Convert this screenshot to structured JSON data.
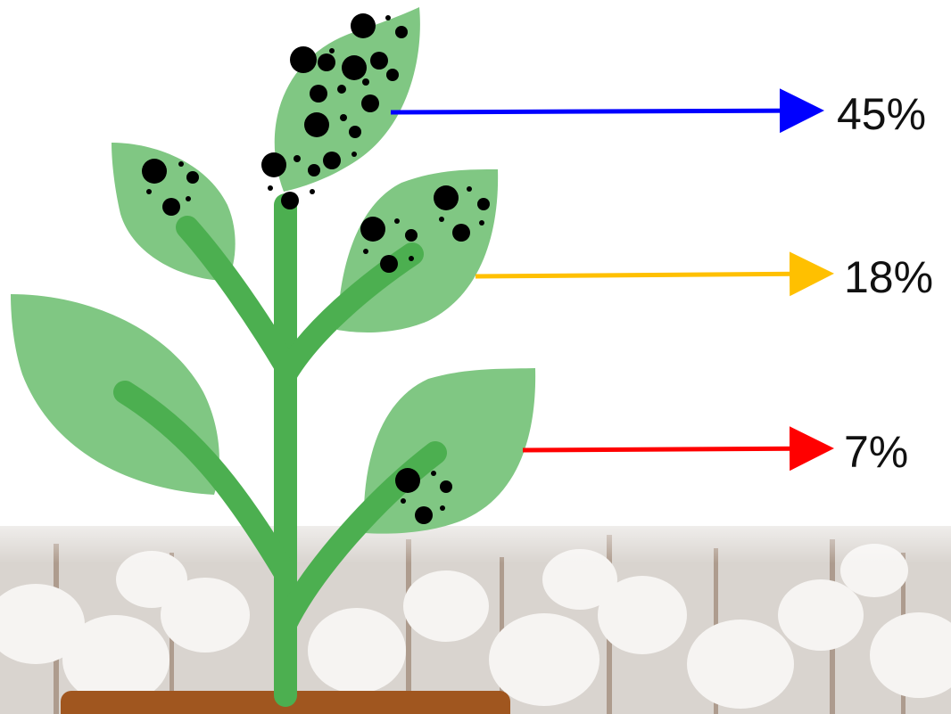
{
  "labels": {
    "top": "45%",
    "middle": "18%",
    "bottom": "7%"
  },
  "infestation_levels": [
    {
      "leaf": "top",
      "percent": 45,
      "arrow_color": "#0000ff"
    },
    {
      "leaf": "middle",
      "percent": 18,
      "arrow_color": "#ffc000"
    },
    {
      "leaf": "bottom",
      "percent": 7,
      "arrow_color": "#ff0000"
    }
  ],
  "colors": {
    "leaf": "#80c783",
    "stem": "#4caf50",
    "soil": "#a0561f",
    "insect": "#000000"
  }
}
